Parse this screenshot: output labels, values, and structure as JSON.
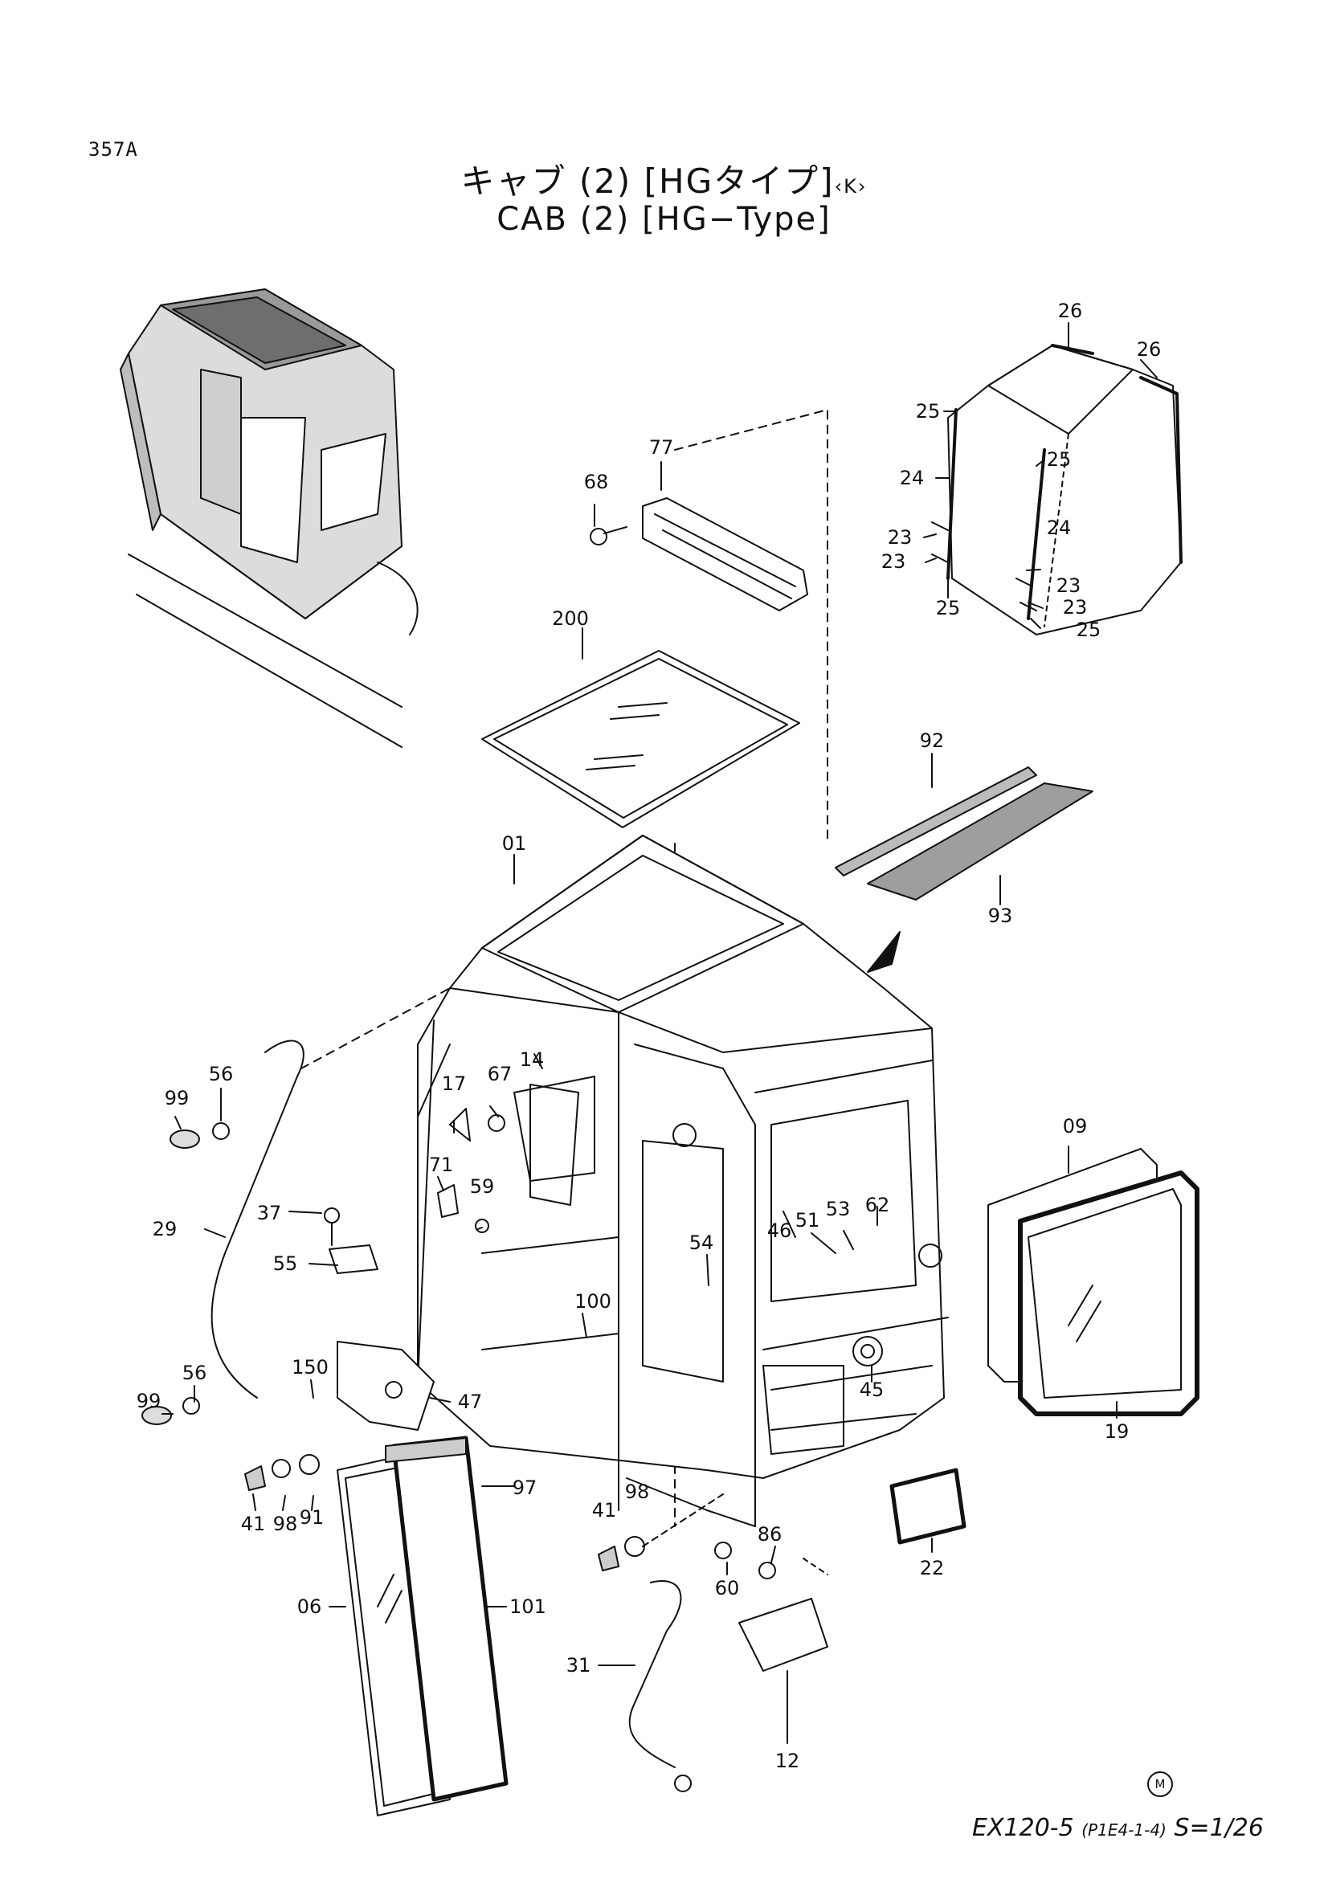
{
  "page_code": "357A",
  "title_jp": "キャブ (2) [HGタイプ]",
  "title_jp_suffix": "‹K›",
  "title_en": "CAB (2) [HG−Type]",
  "footer": {
    "model": "EX120-5",
    "ref": "(P1E4-1-4)",
    "scale": "S=1/26",
    "maker_mark": "M"
  },
  "callouts": {
    "c357_26a": "26",
    "c26b": "26",
    "c25a": "25",
    "c25b": "25",
    "c25c": "25",
    "c25d": "25",
    "c24a": "24",
    "c24b": "24",
    "c23a": "23",
    "c23b": "23",
    "c23c": "23",
    "c23d": "23",
    "c77": "77",
    "c68": "68",
    "c200": "200",
    "c92": "92",
    "c93": "93",
    "c01": "01",
    "c14": "14",
    "c17": "17",
    "c67": "67",
    "c71": "71",
    "c59": "59",
    "c56a": "56",
    "c56b": "56",
    "c99a": "99",
    "c99b": "99",
    "c29": "29",
    "c37": "37",
    "c55": "55",
    "c09": "09",
    "c19": "19",
    "c62": "62",
    "c46": "46",
    "c51": "51",
    "c53": "53",
    "c54": "54",
    "c100": "100",
    "c45": "45",
    "c150": "150",
    "c47": "47",
    "c41a": "41",
    "c41b": "41",
    "c98a": "98",
    "c98b": "98",
    "c91": "91",
    "c97": "97",
    "c06": "06",
    "c101": "101",
    "c22": "22",
    "c86": "86",
    "c60": "60",
    "c31": "31",
    "c12": "12"
  }
}
